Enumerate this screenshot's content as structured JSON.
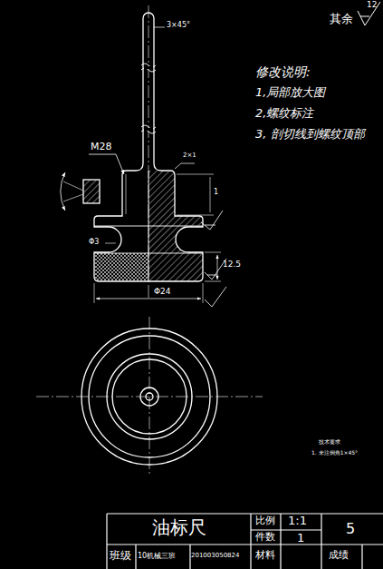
{
  "diagram": {
    "labels": [
      "3×45°",
      "其余",
      "12",
      "修改说明:",
      "1,局部放大图",
      "2,螺纹标注",
      "3, 剖切线到螺纹顶部",
      "M28",
      "2×1",
      "1",
      "Φ3",
      "12.5",
      "Φ24",
      "技术要求",
      "1. 未注倒角1×45°",
      "油标尺",
      "比例",
      "1:1",
      "5",
      "件数",
      "1",
      "班级",
      "10机械三班",
      "201003050824",
      "材料",
      "成绩"
    ]
  }
}
